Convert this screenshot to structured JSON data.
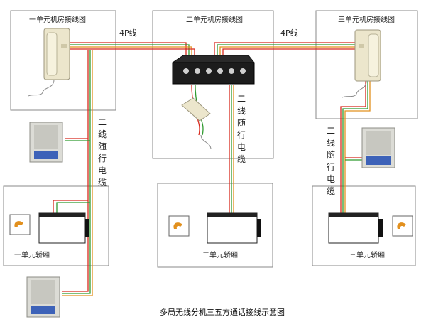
{
  "caption": "多局无线分机三五方通话接线示意图",
  "boxes": {
    "room1": "一单元机房接线图",
    "room2": "二单元机房接线图",
    "room3": "三单元机房接线图",
    "car1": "一单元轿厢",
    "car2": "二单元轿厢",
    "car3": "三单元轿厢"
  },
  "wire_labels": {
    "fourp_left": "4P线",
    "fourp_right": "4P线",
    "cable_left": [
      "二",
      "线",
      "随",
      "行",
      "电",
      "缆"
    ],
    "cable_mid": [
      "二",
      "线",
      "随",
      "行",
      "电",
      "缆"
    ],
    "cable_right": [
      "二",
      "线",
      "随",
      "行",
      "电",
      "缆"
    ]
  },
  "colors": {
    "wire_red": "#d8281c",
    "wire_green": "#2f9a2f",
    "wire_orange": "#e2901e",
    "device_body": "#ece6cc",
    "controller_body": "#1c1c1c"
  }
}
